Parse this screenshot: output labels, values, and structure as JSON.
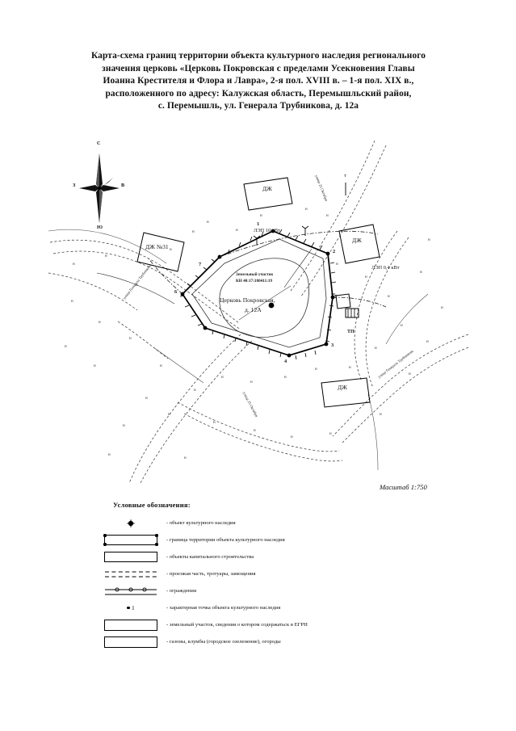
{
  "document": {
    "title_lines": [
      "Карта-схема границ территории объекта культурного наследия  регионального",
      "значения церковь «Церковь Покровская с пределами Усекновения Главы",
      "Иоанна Крестителя и Флора и Лавра», 2-я пол. XVIII в. – 1-я пол. XIX в.,",
      "расположенного по адресу: Калужская область, Перемышльский район,",
      "с. Перемышль, ул. Генерала Трубникова, д. 12а"
    ],
    "scale": "Масштаб 1:750"
  },
  "compass": {
    "north": "С",
    "south": "Ю",
    "west": "З",
    "east": "В"
  },
  "map": {
    "parcel_label_line1": "Земельный участок",
    "parcel_label_line2": "КН 40:17:180411:19",
    "object_label_line1": "Церковь Покровская,",
    "object_label_line2": "д. 12А",
    "buildings": [
      {
        "name": "building-dzh-top",
        "label": "ДЖ"
      },
      {
        "name": "building-dzh-31",
        "label": "ДЖ №31"
      },
      {
        "name": "building-dzh-right",
        "label": "ДЖ"
      },
      {
        "name": "building-dzh-bottom",
        "label": "ДЖ"
      }
    ],
    "power_lines": [
      {
        "name": "power-line-10kw",
        "label": "ЛЭП 10 кВт"
      },
      {
        "name": "power-line-04kw",
        "label": "ЛЭП 0,4 кВт"
      }
    ],
    "substation_label": "ТП",
    "streets": [
      {
        "name": "street-trubnikova-left",
        "label": "улица Генерала Трубникова"
      },
      {
        "name": "street-trubnikova-right",
        "label": "улица Генерала Трубникова"
      },
      {
        "name": "street-oktyabrya-top",
        "label": "улица 25 Октября"
      },
      {
        "name": "street-oktyabrya-bottom",
        "label": "улица 25 Октября"
      }
    ],
    "vertices": [
      "1",
      "2",
      "3",
      "4",
      "5",
      "6",
      "7"
    ],
    "north_tick": "т"
  },
  "legend": {
    "title": "Условные обозначения:",
    "items": [
      {
        "symbol": "heritage-object-marker",
        "text": "- объект культурного наследия"
      },
      {
        "symbol": "territory-boundary-box",
        "text": "- граница территории объекта культурного наследия"
      },
      {
        "symbol": "capital-construction-box",
        "text": "- объекты капитального строительства"
      },
      {
        "symbol": "roadway-dashed",
        "text": "- проезжая часть, тротуары, замощения"
      },
      {
        "symbol": "fence-line",
        "text": "- ограждения"
      },
      {
        "symbol": "characteristic-point",
        "text": "- характерная точка объекта культурного наследия"
      },
      {
        "symbol": "land-parcel-box",
        "text": "- земельный участок, сведения о котором содержатьск в ЕГРН"
      },
      {
        "symbol": "lawn-box",
        "text": "- газоны, клумбы (городское озеленение), огороды"
      }
    ],
    "point_symbol_number": "1"
  }
}
